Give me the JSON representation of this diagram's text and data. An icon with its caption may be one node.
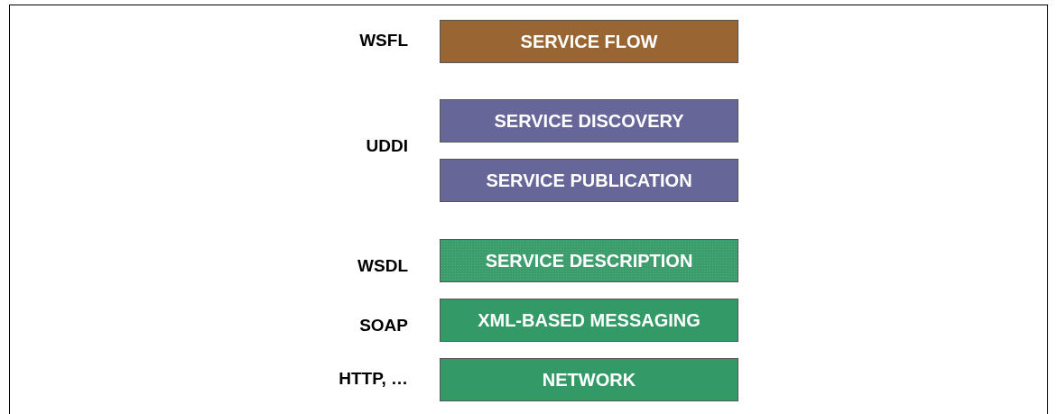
{
  "diagram": {
    "nodes": [
      {
        "text": [
          "SERVICE FLOW"
        ]
      },
      {
        "text": [
          "SERVICE DISCOVERY"
        ]
      },
      {
        "text": [
          "SERVICE PUBLICATION"
        ]
      },
      {
        "text": [
          "SERVICE DESCRIPTION"
        ]
      },
      {
        "text": [
          "XML-BASED MESSAGING"
        ]
      },
      {
        "text": [
          "NETWORK"
        ]
      }
    ],
    "edges": [],
    "labels": [
      "WSFL",
      "UDDI",
      "WSDL",
      "SOAP",
      "HTTP, …"
    ]
  }
}
